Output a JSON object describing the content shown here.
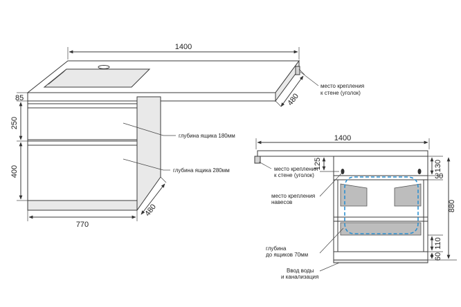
{
  "left_view": {
    "dim_width": "1400",
    "dim_top_thickness": "85",
    "dim_drawer1": "250",
    "dim_drawer2": "400",
    "dim_cabinet_width": "770",
    "dim_cabinet_depth": "480",
    "dim_top_depth": "480",
    "note_mount_line1": "место крепления",
    "note_mount_line2": "к стене (уголок)",
    "note_drawer1": "глубина ящика 180мм",
    "note_drawer2": "глубина ящика 280мм"
  },
  "right_view": {
    "dim_width": "1400",
    "dim_125": "125",
    "dim_130": "130",
    "dim_30": "30",
    "dim_880": "880",
    "dim_110": "110",
    "dim_60": "60",
    "note_mount_line1": "место крепления",
    "note_mount_line2": "к стене (уголок)",
    "note_hinge_line1": "место крепления",
    "note_hinge_line2": "навесов",
    "note_depth_line1": "глубина",
    "note_depth_line2": "до ящиков 70мм",
    "note_water_line1": "Ввод воды",
    "note_water_line2": "и канализация"
  },
  "colors": {
    "outline": "#3a3a3a",
    "sink_dash": "#2b8fd0"
  }
}
